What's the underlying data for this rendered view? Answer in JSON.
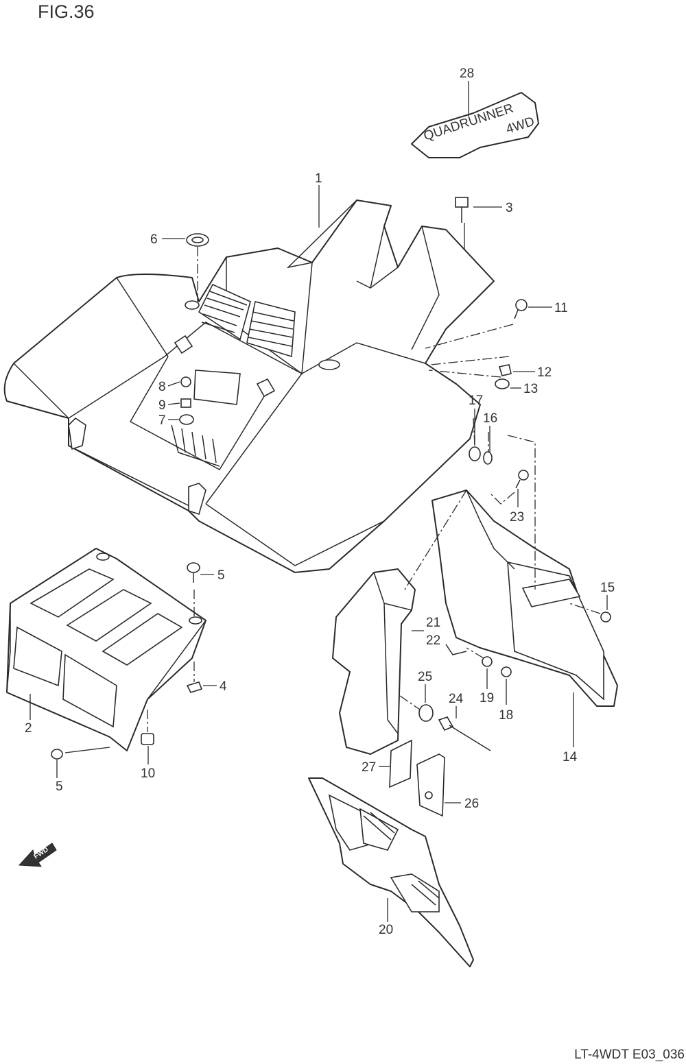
{
  "figure": {
    "title": "FIG.36",
    "code": "LT-4WDT E03_036"
  },
  "decal_text": {
    "line1": "QUADRUNNER",
    "line2": "4WD"
  },
  "direction_marker": {
    "label": "FWD"
  },
  "callouts": [
    "1",
    "2",
    "3",
    "4",
    "5",
    "5",
    "6",
    "7",
    "8",
    "9",
    "10",
    "11",
    "12",
    "13",
    "14",
    "15",
    "16",
    "17",
    "18",
    "19",
    "20",
    "21",
    "22",
    "23",
    "24",
    "25",
    "26",
    "27",
    "28"
  ]
}
